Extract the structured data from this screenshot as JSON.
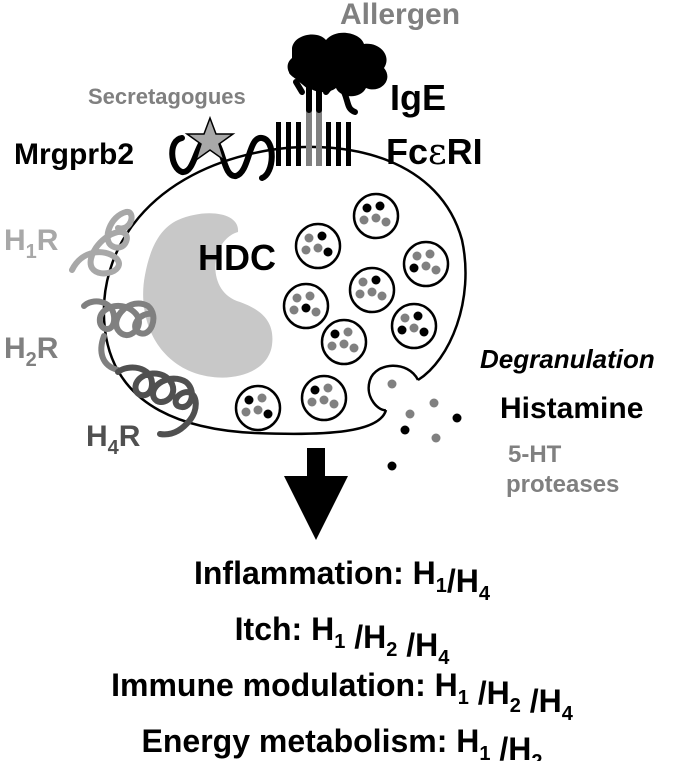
{
  "labels": {
    "allergen": "Allergen",
    "ige": "IgE",
    "fceri_pre": "Fc",
    "fceri_eps": "ε",
    "fceri_post": "RI",
    "secretagogues": "Secretagogues",
    "mrgprb2": "Mrgprb2",
    "hdc": "HDC",
    "degranulation": "Degranulation",
    "histamine": "Histamine",
    "serotonin": "5-HT",
    "proteases": "proteases"
  },
  "receptors": [
    {
      "base": "H",
      "sub": "1",
      "suffix": "R"
    },
    {
      "base": "H",
      "sub": "2",
      "suffix": "R"
    },
    {
      "base": "H",
      "sub": "4",
      "suffix": "R"
    }
  ],
  "effects": [
    {
      "name": "Inflammation:",
      "text": [
        {
          "t": "H",
          "s": "1"
        },
        {
          "t": "/H",
          "s": "4"
        }
      ]
    },
    {
      "name": "Itch:",
      "text": [
        {
          "t": "H",
          "s": "1"
        },
        {
          "t": " /H",
          "s": "2"
        },
        {
          "t": " /H",
          "s": "4"
        }
      ]
    },
    {
      "name": "Immune modulation:",
      "text": [
        {
          "t": "H",
          "s": "1"
        },
        {
          "t": " /H",
          "s": "2"
        },
        {
          "t": " /H",
          "s": "4"
        }
      ]
    },
    {
      "name": "Energy metabolism:",
      "text": [
        {
          "t": "H",
          "s": "1"
        },
        {
          "t": " /H",
          "s": "2"
        }
      ]
    }
  ],
  "colors": {
    "black": "#000000",
    "gray": "#808080",
    "light_gray": "#a8a8a8",
    "nucleus": "#c8c8c8"
  }
}
